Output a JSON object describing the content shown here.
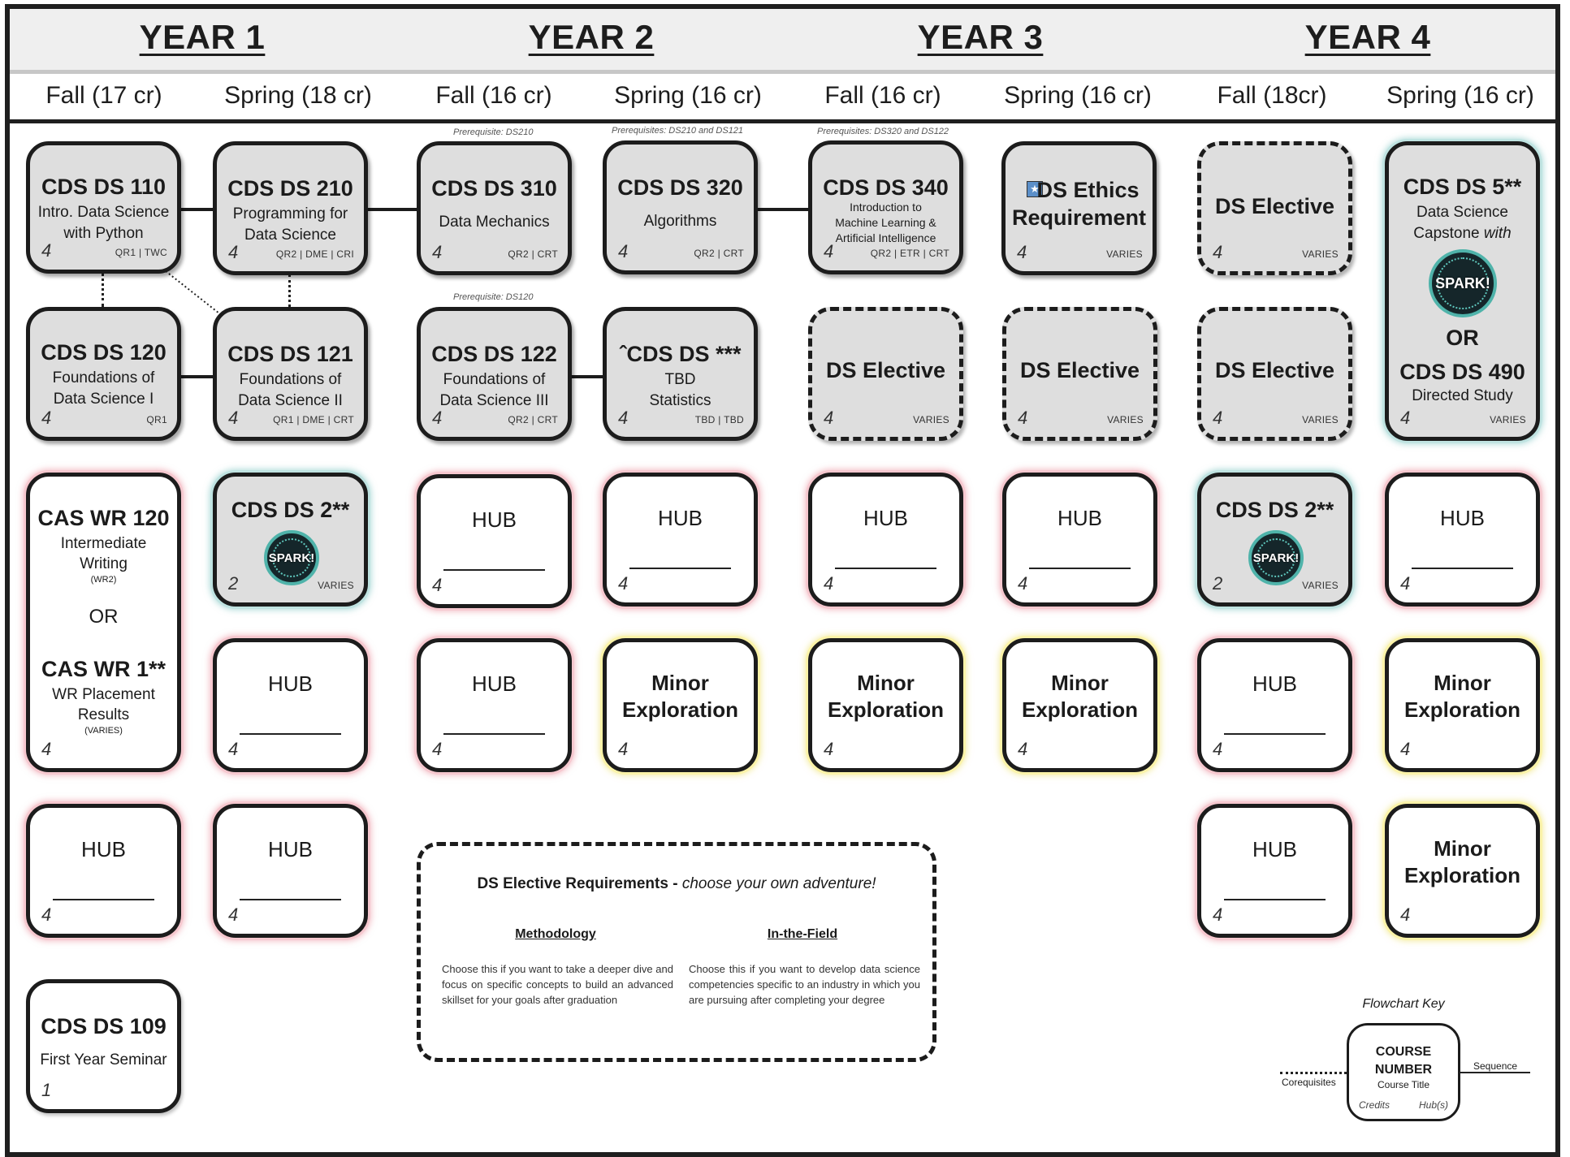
{
  "years": [
    "YEAR 1",
    "YEAR 2",
    "YEAR 3",
    "YEAR 4"
  ],
  "semesters": [
    "Fall (17 cr)",
    "Spring (18 cr)",
    "Fall (16 cr)",
    "Spring (16 cr)",
    "Fall (16 cr)",
    "Spring (16 cr)",
    "Fall (18cr)",
    "Spring (16 cr)"
  ],
  "prereqs": {
    "ds310": "Prerequisite: DS210",
    "ds320": "Prerequisites: DS210 and DS121",
    "ds340": "Prerequisites: DS320 and DS122",
    "ds122": "Prerequisite: DS120"
  },
  "courses": {
    "ds110": {
      "code": "CDS DS 110",
      "name1": "Intro. Data Science",
      "name2": "with Python",
      "credits": "4",
      "hubs": "QR1 | TWC"
    },
    "ds210": {
      "code": "CDS DS 210",
      "name1": "Programming for",
      "name2": "Data Science",
      "credits": "4",
      "hubs": "QR2 | DME | CRI"
    },
    "ds310": {
      "code": "CDS DS 310",
      "name1": "Data Mechanics",
      "credits": "4",
      "hubs": "QR2 | CRT"
    },
    "ds320": {
      "code": "CDS DS 320",
      "name1": "Algorithms",
      "credits": "4",
      "hubs": "QR2 | CRT"
    },
    "ds340": {
      "code": "CDS DS 340",
      "name1": "Introduction to",
      "name2": "Machine Learning &",
      "name3": "Artificial Intelligence",
      "credits": "4",
      "hubs": "QR2 | ETR | CRT"
    },
    "ethics": {
      "code1": "DS Ethics",
      "code2": "Requirement",
      "credits": "4",
      "hubs": "VARIES"
    },
    "ds120": {
      "code": "CDS DS 120",
      "name1": "Foundations of",
      "name2": "Data Science I",
      "credits": "4",
      "hubs": "QR1"
    },
    "ds121": {
      "code": "CDS DS 121",
      "name1": "Foundations of",
      "name2": "Data Science II",
      "credits": "4",
      "hubs": "QR1 | DME | CRT"
    },
    "ds122": {
      "code": "CDS DS 122",
      "name1": "Foundations of",
      "name2": "Data Science III",
      "credits": "4",
      "hubs": "QR2 | CRT"
    },
    "dsstat": {
      "code": "ˆCDS DS ***",
      "name1": "TBD",
      "name2": "Statistics",
      "credits": "4",
      "hubs": "TBD | TBD"
    },
    "capstone": {
      "code": "CDS DS 5**",
      "name1": "Data Science",
      "name2": "Capstone",
      "name2b": "with",
      "or": "OR",
      "code2": "CDS DS 490",
      "name3": "Directed Study",
      "credits": "4",
      "hubs": "VARIES"
    },
    "wr": {
      "code": "CAS WR 120",
      "name1": "Intermediate",
      "name2": "Writing",
      "tag1": "(WR2)",
      "or": "OR",
      "code2": "CAS WR 1**",
      "name3": "WR Placement",
      "name4": "Results",
      "tag2": "(VARIES)",
      "credits": "4"
    },
    "ds2a": {
      "code": "CDS DS 2**",
      "credits": "2",
      "hubs": "VARIES"
    },
    "ds2b": {
      "code": "CDS DS 2**",
      "credits": "2",
      "hubs": "VARIES"
    },
    "ds109": {
      "code": "CDS DS 109",
      "name1": "First Year Seminar",
      "credits": "1"
    }
  },
  "elective": {
    "label": "DS Elective",
    "credits": "4",
    "hubs": "VARIES"
  },
  "hub": {
    "label": "HUB",
    "credits": "4"
  },
  "minor": {
    "label1": "Minor",
    "label2": "Exploration",
    "credits": "4"
  },
  "spark": "SPARK!",
  "elective_requirements": {
    "title": "DS Elective Requirements -",
    "title_italic": "choose your own adventure!",
    "col1_heading": "Methodology",
    "col1_text": "Choose this if you want to take a deeper dive and focus on specific concepts to build an advanced skillset for your goals after graduation",
    "col2_heading": "In-the-Field",
    "col2_text": "Choose this if you want to develop data science competencies specific to an industry in which you are pursuing after completing your degree"
  },
  "key": {
    "title": "Flowchart Key",
    "line1": "COURSE",
    "line2": "NUMBER",
    "line3": "Course Title",
    "credits": "Credits",
    "hubs": "Hub(s)",
    "corequisites": "Corequisites",
    "sequence": "Sequence"
  },
  "colors": {
    "hub_glow": "#e88796",
    "minor_glow": "#ebdc5a",
    "spark_glow": "#6ebeb9",
    "core_fill": "#dedede"
  }
}
